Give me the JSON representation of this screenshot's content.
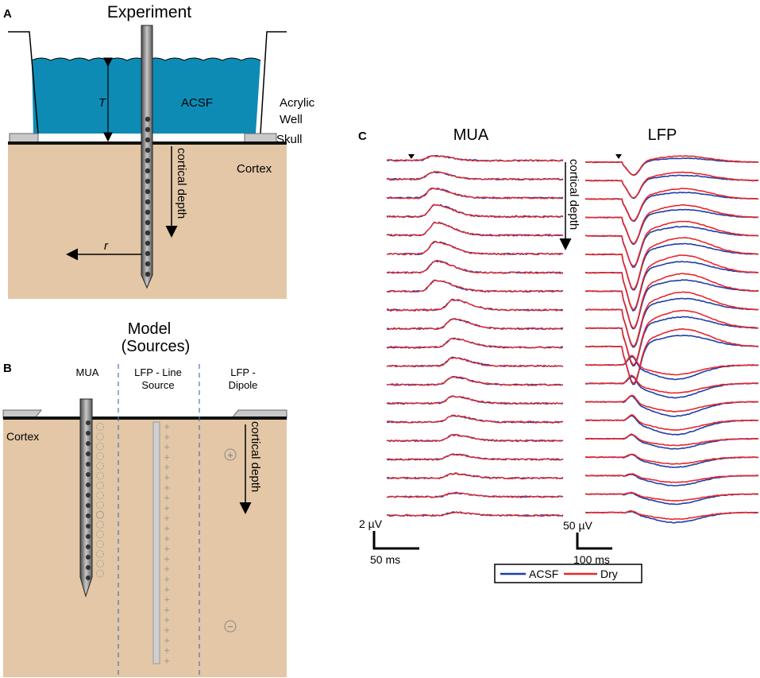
{
  "panel_a": {
    "letter": "A",
    "title": "Experiment",
    "labels": {
      "thickness": "T",
      "fluid": "ACSF",
      "well_line1": "Acrylic",
      "well_line2": "Well",
      "skull": "Skull",
      "cortex": "Cortex",
      "depth": "cortical depth",
      "radius": "r"
    },
    "colors": {
      "fluid": "#0d8bb5",
      "tissue": "#e3c7a6",
      "probe": "#8a8a8a"
    }
  },
  "panel_b": {
    "letter": "B",
    "title_line1": "Model",
    "title_line2": "(Sources)",
    "columns": [
      "MUA",
      "LFP - Line\nSource",
      "LFP -\nDipole"
    ],
    "cortex": "Cortex",
    "depth": "cortical depth",
    "line_source_charge": "+",
    "dipole_top": "+",
    "dipole_bottom": "−"
  },
  "panel_c": {
    "letter": "C",
    "mua": {
      "title": "MUA",
      "scale_amplitude": "2 µV",
      "scale_time": "50 ms",
      "depth": "cortical depth",
      "trace_count": 20
    },
    "lfp": {
      "title": "LFP",
      "scale_amplitude": "50 µV",
      "scale_time": "100 ms",
      "trace_count": 20
    },
    "legend": [
      {
        "name": "ACSF",
        "color": "#1f3fa8"
      },
      {
        "name": "Dry",
        "color": "#e8282b"
      }
    ]
  }
}
